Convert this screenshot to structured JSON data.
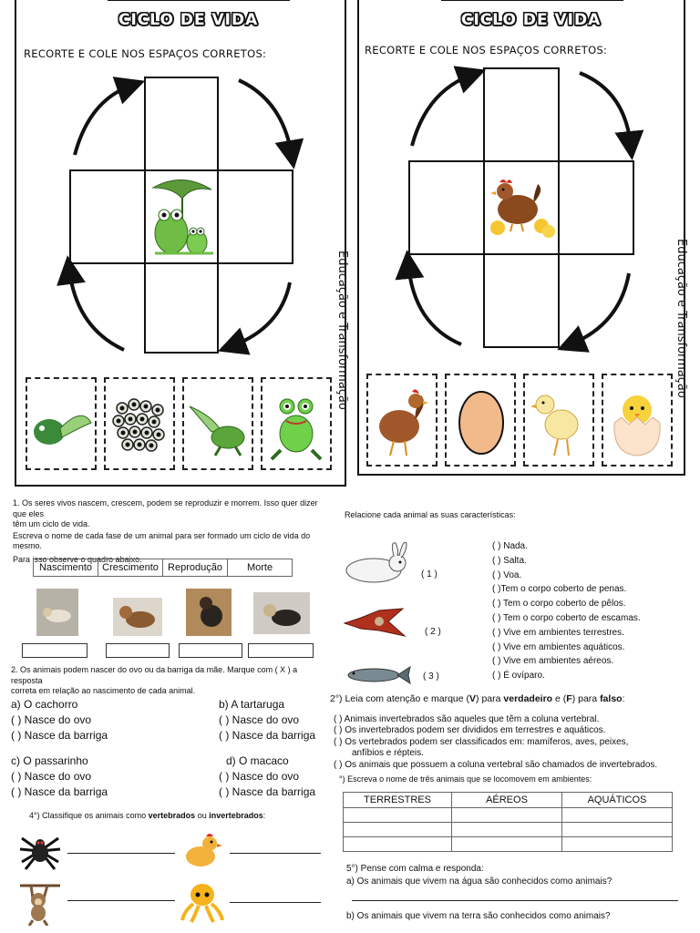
{
  "frog_panel": {
    "title": "CICLO DE VIDA",
    "instruction": "RECORTE E  COLE NOS ESPAÇOS CORRETOS:",
    "side_text": "Educação e Transformação"
  },
  "chicken_panel": {
    "title": "CICLO DE VIDA",
    "instruction": "RECORTE E  COLE NOS ESPAÇOS CORRETOS:",
    "side_text": "Educação e Transformação"
  },
  "q1": {
    "line1": "1. Os seres vivos nascem, crescem, podem se reproduzir e morrem. Isso quer dizer que eles",
    "line2": "têm um ciclo de vida.",
    "line3": "Escreva o nome de cada fase de um animal para ser formado um ciclo de vida do mesmo.",
    "line4": "Para isso observe o quadro abaixo.",
    "phases": [
      "Nascimento",
      "Crescimento",
      "Reprodução",
      "Morte"
    ]
  },
  "q2": {
    "line1": "2. Os animais podem nascer do ovo ou da barriga da mãe. Marque com ( X ) a resposta",
    "line2": "correta em relação ao nascimento de cada animal.",
    "groups": [
      {
        "label": "a) O cachorro",
        "opt1": "(   ) Nasce do ovo",
        "opt2": "(   ) Nasce da barriga"
      },
      {
        "label": "b) A tartaruga",
        "opt1": "(   ) Nasce do ovo",
        "opt2": "(   ) Nasce da barriga"
      },
      {
        "label": "c) O passarinho",
        "opt1": "(   ) Nasce do ovo",
        "opt2": "(   ) Nasce da barriga"
      },
      {
        "label": "d) O macaco",
        "opt1": "(   ) Nasce do ovo",
        "opt2": "(   ) Nasce da barriga"
      }
    ]
  },
  "q4": {
    "prefix": "4°)  Classifique os animais  como ",
    "bold1": "vertebrados",
    "mid": " ou ",
    "bold2": "invertebrados",
    "suffix": ":"
  },
  "match": {
    "title": "Relacione cada animal as suas características:",
    "nums": [
      "( 1 )",
      "( 2 )",
      "( 3 )"
    ],
    "items": [
      "(   ) Nada.",
      "(   ) Salta.",
      "(   ) Voa.",
      "(   )Tem o corpo coberto de penas.",
      "(   ) Tem o corpo coberto de pêlos.",
      "(   ) Tem o corpo coberto de escamas.",
      "(   ) Vive em ambientes terrestres.",
      "(   ) Vive em ambientes aquáticos.",
      "(   ) Vive em ambientes aéreos.",
      "(   ) É ovíparo."
    ]
  },
  "q2b": {
    "prefix": "2°) Leia com atenção e marque (",
    "v": "V",
    "mid1": ") para ",
    "bold_v": "verdadeiro",
    "mid2": " e (",
    "f": "F",
    "mid3": ") para ",
    "bold_f": "falso",
    "items": [
      "(   ) Animais invertebrados são aqueles que têm a coluna vertebral.",
      "(   ) Os invertebrados podem ser divididos em terrestres e aquáticos.",
      "(   ) Os vertebrados podem ser classificados em: mamíferos, aves, peixes,",
      "anfíbios e répteis.",
      "(   ) Os animais que possuem a coluna vertebral são chamados de invertebrados."
    ]
  },
  "q3": {
    "title": "°) Escreva o nome de três animais que se locomovem em ambientes:",
    "headers": [
      "TERRESTRES",
      "AÉREOS",
      "AQUÁTICOS"
    ]
  },
  "q5": {
    "title": "5°) Pense com calma e responda:",
    "a": "a) Os animais que vivem na água são conhecidos como animais?",
    "b": "b) Os animais que vivem na terra são conhecidos como animais?"
  }
}
